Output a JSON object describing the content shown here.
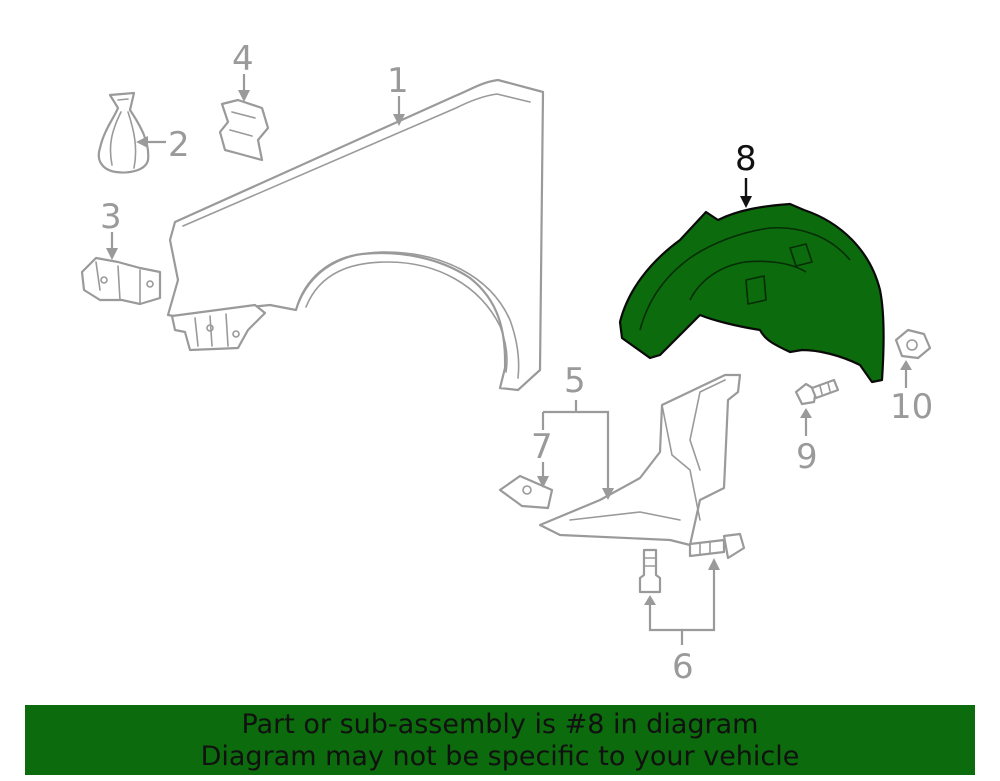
{
  "callouts": {
    "c1": "1",
    "c2": "2",
    "c3": "3",
    "c4": "4",
    "c5": "5",
    "c6": "6",
    "c7": "7",
    "c8": "8",
    "c9": "9",
    "c10": "10"
  },
  "highlight": {
    "part_number": "8",
    "color": "#0c6b0c"
  },
  "banner": {
    "line1": "Part or sub-assembly is #8 in diagram",
    "line2": "Diagram may not be specific to your vehicle"
  }
}
